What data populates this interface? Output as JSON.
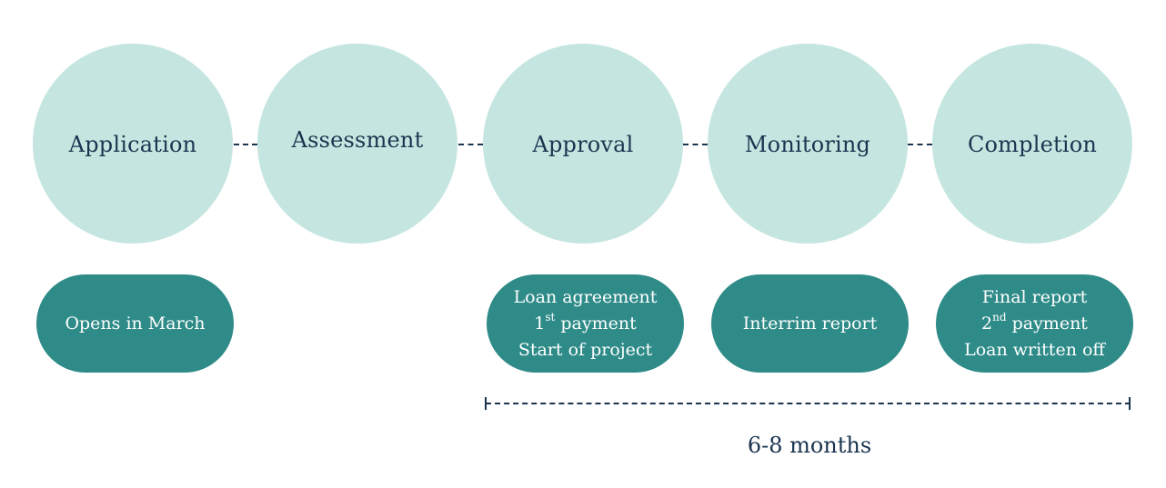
{
  "stages": [
    {
      "label": "Application"
    },
    {
      "label": "Assessment"
    },
    {
      "label": "Approval"
    },
    {
      "label": "Monitoring"
    },
    {
      "label": "Completion"
    }
  ],
  "details": {
    "application": {
      "line1": "Opens in March"
    },
    "approval": {
      "line1": "Loan agreement",
      "line2_prefix": "1",
      "line2_sup": "st",
      "line2_suffix": " payment",
      "line3": "Start of project"
    },
    "monitoring": {
      "line1": "Interrim report"
    },
    "completion": {
      "line1": "Final report",
      "line2_prefix": "2",
      "line2_sup": "nd",
      "line2_suffix": " payment",
      "line3": "Loan written off"
    }
  },
  "duration": {
    "label": "6-8 months"
  },
  "colors": {
    "circle_fill": "#c5e6e0",
    "pill_fill": "#2e8b88",
    "text_dark": "#1b3550",
    "text_light": "#ffffff"
  }
}
